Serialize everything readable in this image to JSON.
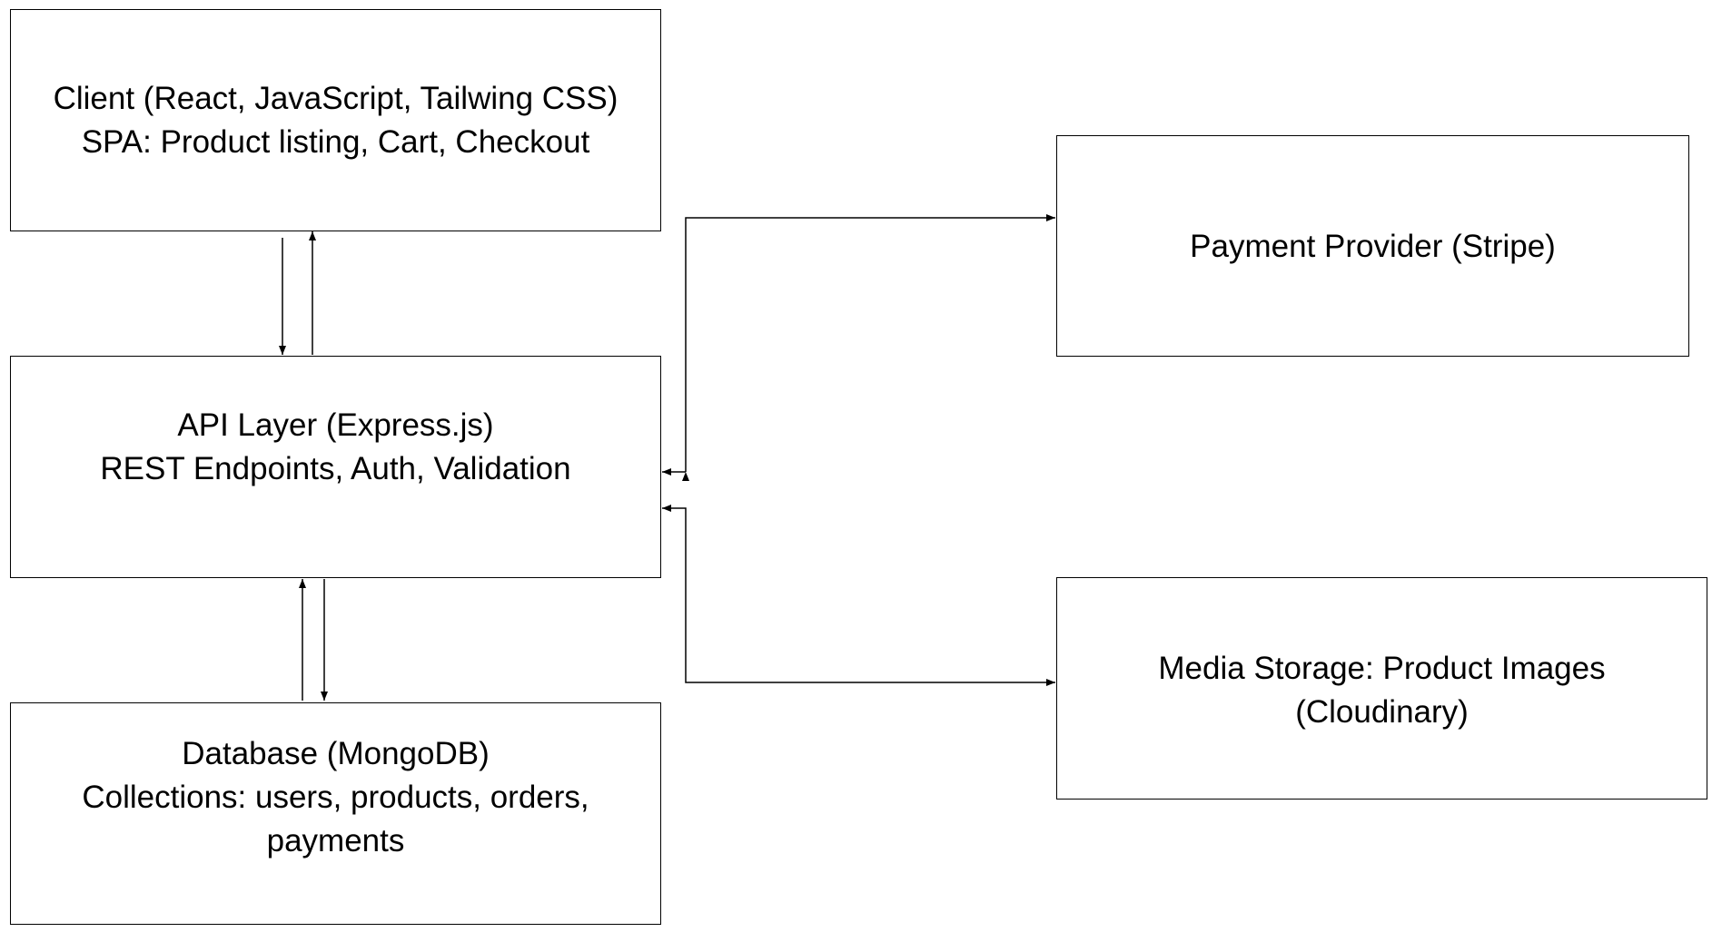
{
  "diagram": {
    "nodes": {
      "client": {
        "line1": "Client (React, JavaScript, Tailwing CSS)",
        "line2": "SPA: Product listing, Cart, Checkout"
      },
      "api": {
        "line1": "API Layer (Express.js)",
        "line2": "REST Endpoints, Auth, Validation"
      },
      "database": {
        "line1": "Database (MongoDB)",
        "line2": "Collections: users, products, orders,",
        "line3": "payments"
      },
      "payment": {
        "line1": "Payment Provider (Stripe)"
      },
      "media": {
        "line1": "Media Storage: Product Images",
        "line2": "(Cloudinary)"
      }
    },
    "edges": [
      {
        "from": "client",
        "to": "api"
      },
      {
        "from": "api",
        "to": "client"
      },
      {
        "from": "api",
        "to": "database"
      },
      {
        "from": "database",
        "to": "api"
      },
      {
        "from": "api",
        "to": "payment",
        "bidirectional": true
      },
      {
        "from": "api",
        "to": "media",
        "bidirectional": true
      }
    ],
    "colors": {
      "stroke": "#000000",
      "fill": "#ffffff"
    }
  }
}
